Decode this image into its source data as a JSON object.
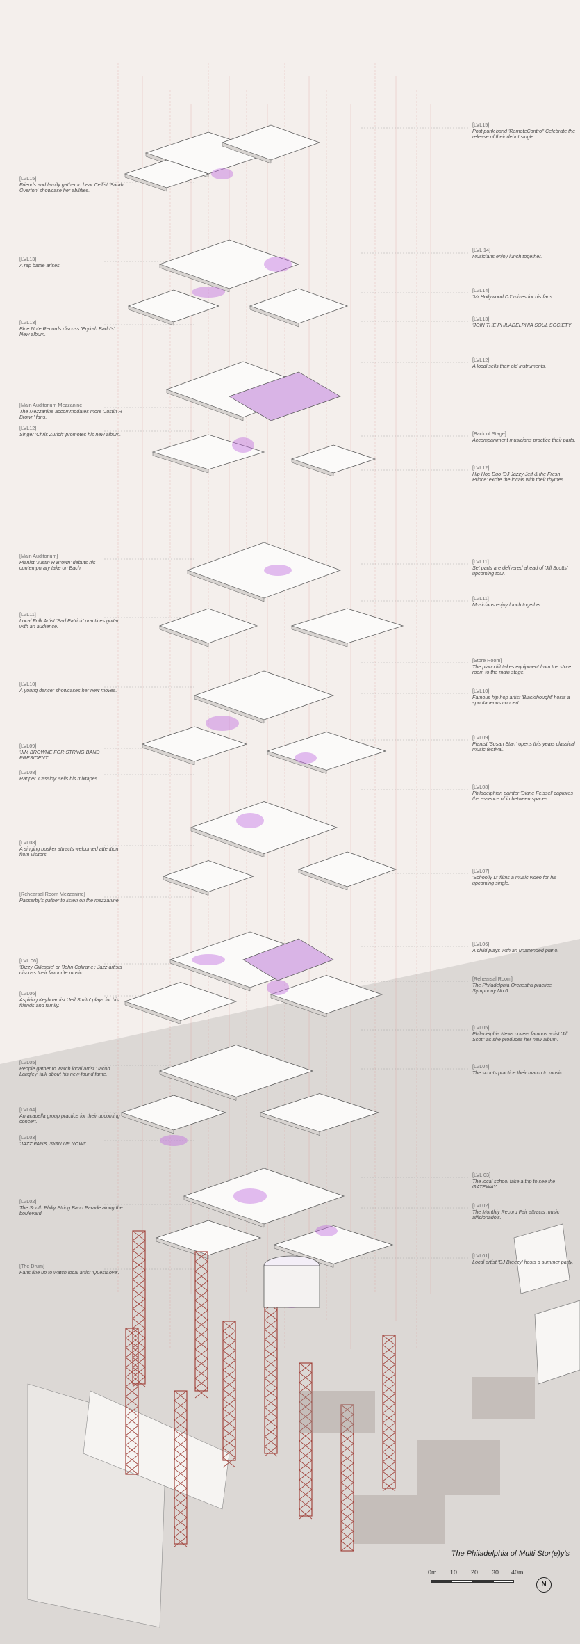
{
  "title": "The Philadelphia of Multi Stor(e)y's",
  "scale": {
    "labels": [
      "0m",
      "10",
      "20",
      "30",
      "40m"
    ],
    "north": "N"
  },
  "colors": {
    "background": "#f4efec",
    "ground": "#c9c5c2",
    "platform": "#fbfaf9",
    "platform_stroke": "#5c5c5c",
    "column_red": "#a2463f",
    "highlight_purple": "#c16fe0",
    "guide_line": "#d98a8a"
  },
  "notes_left": [
    {
      "tag": "[LVL15]",
      "text": "Friends and family gather to hear Cellist 'Sarah Overton' showcase her abilities."
    },
    {
      "tag": "[LVL13]",
      "text": "A rap battle arises."
    },
    {
      "tag": "[LVL13]",
      "text": "Blue Note Records discuss 'Erykah Badu's' New album."
    },
    {
      "tag": "[Main Auditorium Mezzanine]",
      "text": "The Mezzanine accommodates more 'Justin R Brown' fans."
    },
    {
      "tag": "[LVL12]",
      "text": "Singer 'Chris Zurich' promotes his new album."
    },
    {
      "tag": "[Main Auditorium]",
      "text": "Pianist 'Justin R Brown' debuts his contemporary take on Bach."
    },
    {
      "tag": "[LVL11]",
      "text": "Local Folk Artist 'Sad Patrick' practices guitar with an audience."
    },
    {
      "tag": "[LVL10]",
      "text": "A young dancer showcases her new moves."
    },
    {
      "tag": "[LVL09]",
      "text": "'JIM BROWNE FOR STRING BAND PRESIDENT'"
    },
    {
      "tag": "[LVL08]",
      "text": "Rapper 'Cassidy' sells his mixtapes."
    },
    {
      "tag": "[LVL08]",
      "text": "A singing busker attracts welcomed attention from visitors."
    },
    {
      "tag": "[Rehearsal Room Mezzanine]",
      "text": "Passerby's gather to listen on the mezzanine."
    },
    {
      "tag": "[LVL 06]",
      "text": "'Dizzy Gillespie' or 'John Coltrane': Jazz artists discuss their favourite music."
    },
    {
      "tag": "[LVL06]",
      "text": "Aspiring Keyboardist 'Jeff Smith' plays for his friends and family."
    },
    {
      "tag": "[LVL05]",
      "text": "People gather to watch local artist 'Jacob Langley' talk about his new-found fame."
    },
    {
      "tag": "[LVL04]",
      "text": "An acapella group practice for their upcoming concert."
    },
    {
      "tag": "[LVL03]",
      "text": "'JAZZ FANS, SIGN UP NOW!'"
    },
    {
      "tag": "[LVL02]",
      "text": "The South Philly String Band Parade along the boulevard."
    },
    {
      "tag": "[The Drum]",
      "text": "Fans line up to watch local artist 'QuestLove'."
    }
  ],
  "notes_right": [
    {
      "tag": "[LVL15]",
      "text": "Post punk band 'RemoteControl' Celebrate the release of their debut single."
    },
    {
      "tag": "[LVL 14]",
      "text": "Musicians enjoy lunch together."
    },
    {
      "tag": "[LVL14]",
      "text": "'Mr Hollywood DJ' mixes for his fans."
    },
    {
      "tag": "[LVL13]",
      "text": "'JOIN THE PHILADELPHIA SOUL SOCIETY'"
    },
    {
      "tag": "[LVL12]",
      "text": "A local sells their old instruments."
    },
    {
      "tag": "[Back of Stage]",
      "text": "Accompaniment musicians practice their parts."
    },
    {
      "tag": "[LVL12]",
      "text": "Hip Hop Duo 'DJ Jazzy Jeff & the Fresh Prince' excite the locals with their rhymes."
    },
    {
      "tag": "[LVL11]",
      "text": "Set parts are delivered ahead of 'Jill Scotts' upcoming tour."
    },
    {
      "tag": "[LVL11]",
      "text": "Musicians enjoy lunch together."
    },
    {
      "tag": "[Store Room]",
      "text": "The piano lift takes equipment from the store room to the main stage."
    },
    {
      "tag": "[LVL10]",
      "text": "Famous hip hop artist 'Blackthought' hosts a spontaneous concert."
    },
    {
      "tag": "[LVL09]",
      "text": "Pianist 'Susan Starr' opens this years classical music festival."
    },
    {
      "tag": "[LVL08]",
      "text": "Philadelphian painter 'Diane Feissel' captures the essence of in between spaces."
    },
    {
      "tag": "[LVL07]",
      "text": "'Schoolly D' films a music video for his upcoming single."
    },
    {
      "tag": "[LVL06]",
      "text": "A child plays with an unattended piano."
    },
    {
      "tag": "[Rehearsal Room]",
      "text": "The Philadelphia Orchestra practice Symphony No.6."
    },
    {
      "tag": "[LVL05]",
      "text": "Philadelphia News covers famous artist 'Jill Scott' as she produces her new album."
    },
    {
      "tag": "[LVL04]",
      "text": "The scouts practice their march to music."
    },
    {
      "tag": "[LVL 03]",
      "text": "The local school take a trip to see the GATEWAY."
    },
    {
      "tag": "[LVL02]",
      "text": "The Monthly Record Fair attracts music afficionado's."
    },
    {
      "tag": "[LVL01]",
      "text": "Local artist 'DJ Breezy' hosts a summer party."
    }
  ]
}
